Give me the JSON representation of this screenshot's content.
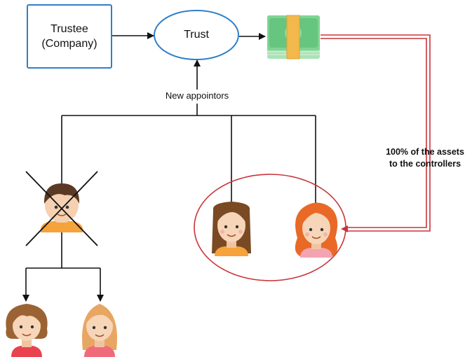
{
  "trustee": {
    "line1": "Trustee",
    "line2": "(Company)"
  },
  "trust": {
    "label": "Trust"
  },
  "appointors": {
    "label": "New appointors"
  },
  "assets_note": {
    "line1": "100% of the assets",
    "line2": "to the controllers"
  },
  "colors": {
    "box_border": "#2f80c7",
    "controller_circle": "#c9343a",
    "money_green": "#78cf8e",
    "money_band": "#f2b84b",
    "arrow": "#111111"
  },
  "icons": [
    "cash-bundle-icon",
    "crossed-out-person-icon",
    "person-brown-hair-icon",
    "person-red-hair-icon",
    "child-brown-hair-icon",
    "child-blonde-hair-icon"
  ]
}
